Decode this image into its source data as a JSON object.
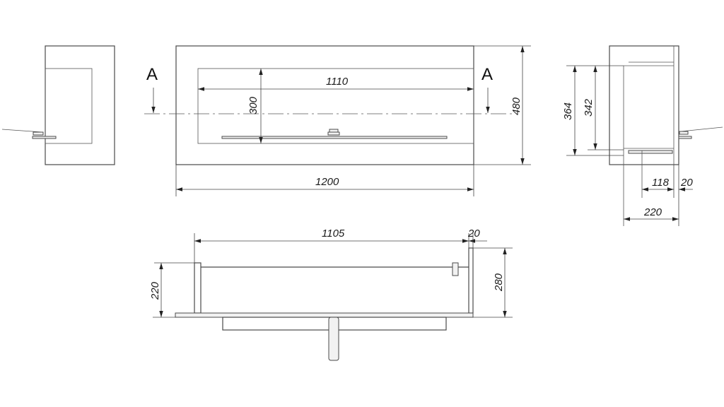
{
  "drawing": {
    "title": "Built-in bio fireplace insert - technical drawing",
    "line_color": "#4a4a4a",
    "background": "#ffffff",
    "section_markers": {
      "left": "A",
      "right": "A"
    },
    "front_view": {
      "width_overall": "1200",
      "inner_width": "1110",
      "inner_height": "300",
      "height_overall": "480"
    },
    "side_view": {
      "depth_overall": "220",
      "inner_depth": "118",
      "frame_thickness": "20",
      "height_outer": "364",
      "height_inner": "342"
    },
    "section_view": {
      "inner_length": "1105",
      "frame_thickness": "20",
      "height_left": "220",
      "height_right": "280"
    }
  }
}
